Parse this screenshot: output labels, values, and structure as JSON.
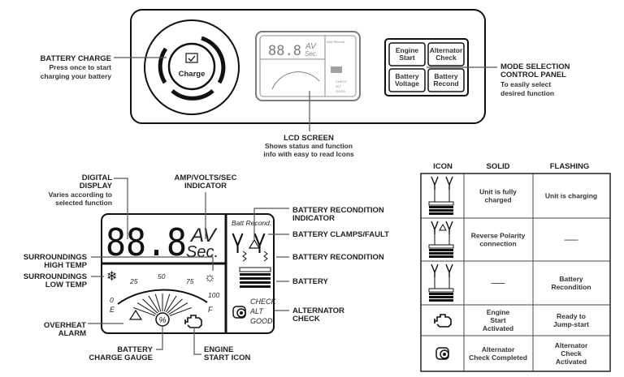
{
  "top_panel": {
    "charge_button": "Charge",
    "lcd_mini": {
      "digits": "88.8",
      "units_top": "AV",
      "units_bottom": "Sec.",
      "recond": "Batt Recond.",
      "alt": [
        "CHECK",
        "ALT",
        "GOOD"
      ]
    },
    "mode_buttons": [
      [
        "Engine",
        "Start"
      ],
      [
        "Alternator",
        "Check"
      ],
      [
        "Battery",
        "Voltage"
      ],
      [
        "Battery",
        "Recond"
      ]
    ],
    "callouts": {
      "battery_charge": {
        "title": "BATTERY CHARGE",
        "desc": [
          "Press once to start",
          "charging your battery"
        ]
      },
      "lcd_screen": {
        "title": "LCD SCREEN",
        "desc": [
          "Shows status and function",
          "info with easy to read Icons"
        ]
      },
      "mode_selection": {
        "title": [
          "MODE SELECTION",
          "CONTROL PANEL"
        ],
        "desc": [
          "To easily select",
          "desired function"
        ]
      }
    }
  },
  "lcd_detail": {
    "digits": "88.8",
    "units_top": "AV",
    "units_bottom": "Sec.",
    "recond_label": "Batt Recond.",
    "gauge_ticks": [
      "0",
      "25",
      "50",
      "75",
      "100"
    ],
    "gauge_ends": [
      "E",
      "F"
    ],
    "gauge_center": "%",
    "alt_text": [
      "CHECK",
      "ALT",
      "GOOD"
    ],
    "callouts": {
      "digital_display": {
        "title": [
          "DIGITAL",
          "DISPLAY"
        ],
        "desc": [
          "Varies according to",
          "selected function"
        ]
      },
      "amp_volts_sec": [
        "AMP/VOLTS/SEC",
        "INDICATOR"
      ],
      "high_temp": [
        "SURROUNDINGS",
        "HIGH TEMP"
      ],
      "low_temp": [
        "SURROUNDINGS",
        "LOW TEMP"
      ],
      "overheat": [
        "OVERHEAT",
        "ALARM"
      ],
      "charge_gauge": [
        "BATTERY",
        "CHARGE GAUGE"
      ],
      "engine_start": [
        "ENGINE",
        "START ICON"
      ],
      "recond_indicator": [
        "BATTERY RECONDITION",
        "INDICATOR"
      ],
      "clamps_fault": "BATTERY CLAMPS/FAULT",
      "recondition": "BATTERY RECONDITION",
      "battery": "BATTERY",
      "alternator": [
        "ALTERNATOR",
        "CHECK"
      ]
    }
  },
  "status_table": {
    "headers": [
      "ICON",
      "SOLID",
      "FLASHING"
    ],
    "rows": [
      {
        "icon": "clamps-battery-icon",
        "solid": [
          "Unit is fully",
          "charged"
        ],
        "flashing": [
          "Unit is charging"
        ]
      },
      {
        "icon": "clamps-fault-battery-icon",
        "solid": [
          "Reverse Polarity",
          "connection"
        ],
        "flashing": [
          "——"
        ]
      },
      {
        "icon": "clamps-recondition-battery-icon",
        "solid": [
          "——"
        ],
        "flashing": [
          "Battery",
          "Recondition"
        ]
      },
      {
        "icon": "engine-icon",
        "solid": [
          "Engine",
          "Start",
          "Activated"
        ],
        "flashing": [
          "Ready to",
          "Jump-start"
        ]
      },
      {
        "icon": "alternator-icon",
        "solid": [
          "Alternator",
          "Check Completed"
        ],
        "flashing": [
          "Alternator",
          "Check",
          "Activated"
        ]
      }
    ]
  }
}
